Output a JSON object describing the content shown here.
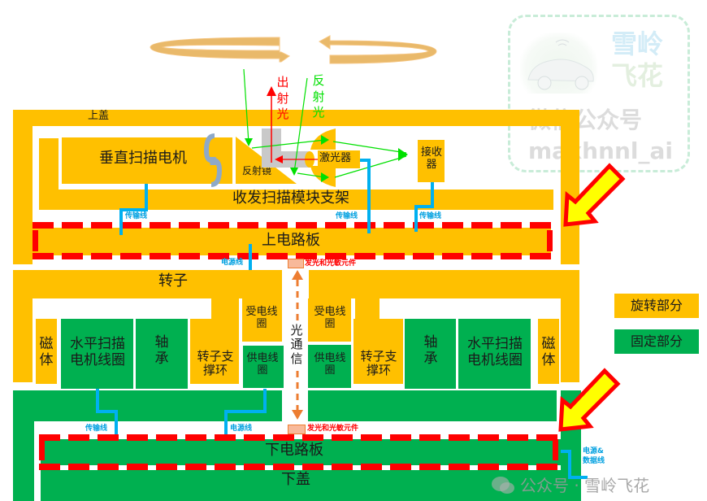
{
  "colors": {
    "rotating": "#FFC000",
    "fixed": "#00B050",
    "cable": "#00B0F0",
    "pcb_dash": "#FF0000",
    "emitted_light": "#FF0000",
    "reflected_light": "#00E000",
    "optical_comm": "#ED7D31"
  },
  "top": {
    "rotation_arrows_icon": "rotation-ring-arrows",
    "emitted_light_label": "出射光",
    "reflected_light_label": "反射光"
  },
  "upper_cover": {
    "label": "上盖",
    "vertical_motor": "垂直扫描电机",
    "mirror": "反射镜",
    "laser": "激光器",
    "receiver": "接收器",
    "bracket": "收发扫描模块支架",
    "upper_pcb": "上电路板",
    "cables": [
      "传输线",
      "传输线",
      "传输线"
    ],
    "power_cable": "电源线",
    "optical_element_top": "发光和光敏元件"
  },
  "rotor": {
    "label": "转子",
    "left": {
      "magnet": "磁体",
      "horizontal_motor_coil": "水平扫描电机线圈",
      "bearing": "轴承",
      "rotor_support_ring": "转子支撑环",
      "receiving_coil": "受电线圈",
      "supply_coil": "供电线圈"
    },
    "optical_comm": "光通信",
    "right": {
      "receiving_coil": "受电线圈",
      "supply_coil": "供电线圈",
      "rotor_support_ring": "转子支撑环",
      "bearing": "轴承",
      "horizontal_motor_coil": "水平扫描电机线圈",
      "magnet": "磁体"
    }
  },
  "lower": {
    "transmission_cable": "传输线",
    "power_cable": "电源线",
    "optical_element_bottom": "发光和光敏元件",
    "lower_pcb": "下电路板",
    "lower_cover": "下盖",
    "power_data_cable": "电源&数据线"
  },
  "legend": {
    "rotating": "旋转部分",
    "fixed": "固定部分"
  },
  "watermark": {
    "brand_line1": "雪岭",
    "brand_line2": "飞花",
    "wechat": "微信公众号",
    "account_id": "maxhnnl_ai",
    "footer": "公众号 · 雪岭飞花"
  }
}
